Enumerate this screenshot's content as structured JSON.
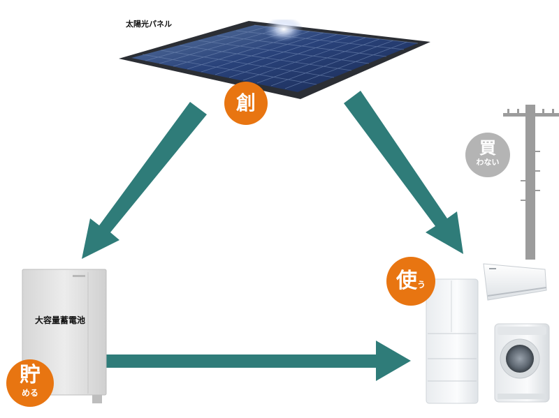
{
  "solar_panel": {
    "label": "太陽光パネル"
  },
  "battery": {
    "label": "大容量蓄電池"
  },
  "badges": {
    "create": {
      "kanji": "創"
    },
    "use": {
      "kanji": "使",
      "kana": "う"
    },
    "store": {
      "kanji": "貯",
      "kana": "める"
    },
    "buy": {
      "kanji": "買",
      "kana": "わない"
    }
  },
  "colors": {
    "arrow": "#2f7c79",
    "badge_orange": "#e87511",
    "badge_gray": "#b4b4b4"
  },
  "icons": [
    "solar-panel-icon",
    "battery-unit-icon",
    "refrigerator-icon",
    "air-conditioner-icon",
    "washing-machine-icon",
    "utility-pole-icon"
  ]
}
